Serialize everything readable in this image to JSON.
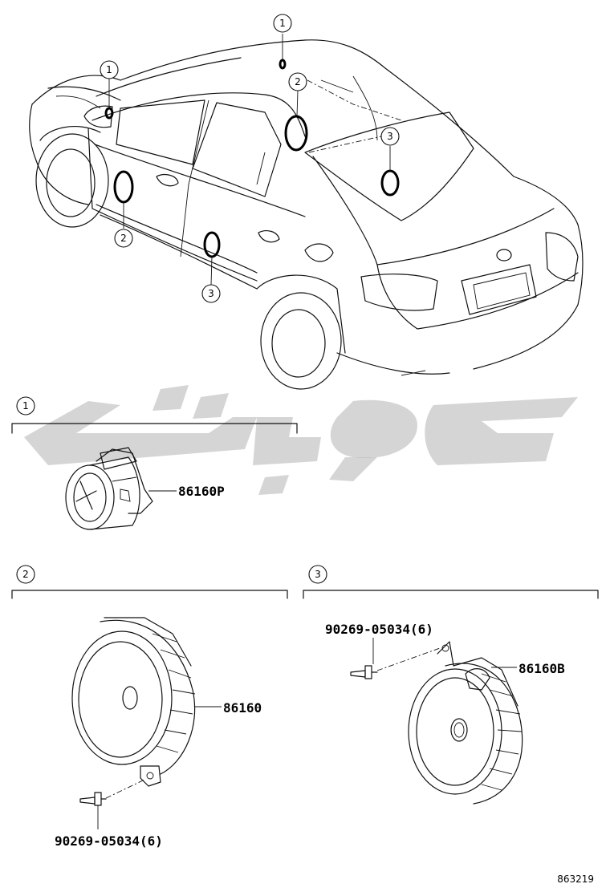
{
  "callouts": {
    "one": "1",
    "two": "2",
    "three": "3"
  },
  "sections": {
    "s1": {
      "number": "1",
      "part_label": "86160P"
    },
    "s2": {
      "number": "2",
      "part_label": "86160",
      "screw_label": "90269-05034(6)"
    },
    "s3": {
      "number": "3",
      "part_label": "86160B",
      "screw_label": "90269-05034(6)"
    }
  },
  "reference_number": "863219",
  "colors": {
    "line": "#111111",
    "watermark": "#b9b9b9",
    "background": "#ffffff"
  }
}
